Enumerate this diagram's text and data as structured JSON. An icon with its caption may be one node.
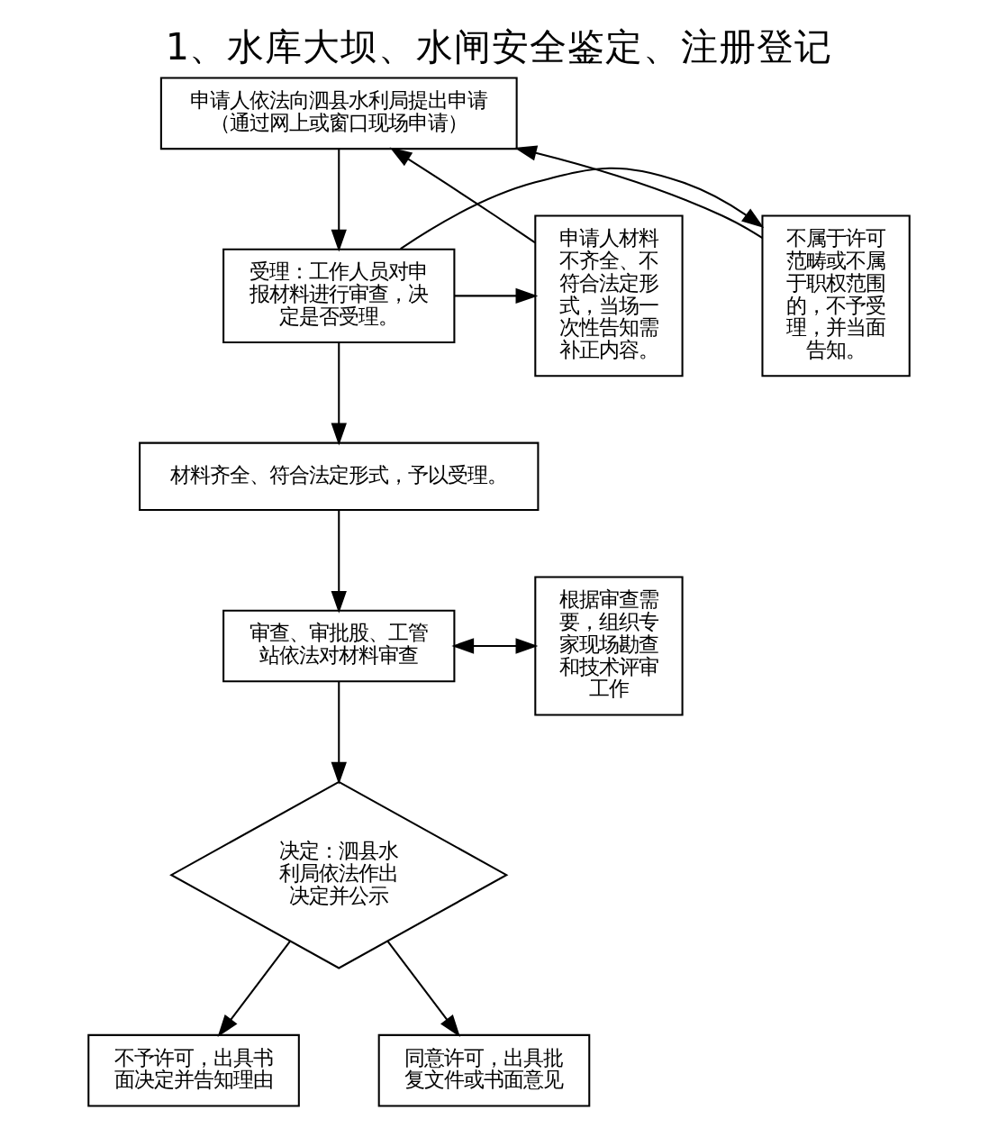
{
  "diagram": {
    "title": "1、水库大坝、水闸安全鉴定、注册登记",
    "nodes": [
      {
        "text": [
          "申请人依法向泗县水利局提出申请",
          "（通过网上或窗口现场申请）"
        ]
      },
      {
        "text": [
          "不属于许可范畴或不属于职权范围的，不予受理，并当面告知。"
        ]
      },
      {
        "text": [
          "受理：工作人员对申报材料进行审查，决定是否受理。"
        ]
      },
      {
        "text": [
          "申请人材料不齐全、不符合法定形式，当场一次性告知需补正内容。"
        ]
      },
      {
        "text": [
          "材料齐全、符合法定形式，予以受理。"
        ]
      },
      {
        "text": [
          "审查、审批股、工管站依法对材料审查"
        ]
      },
      {
        "text": [
          "根据审查需要，组织专家现场勘查和技术评审工作"
        ]
      },
      {
        "text": [
          "决定：泗县水利局依法作出决定并公示"
        ]
      },
      {
        "text": [
          "不予许可，出具书面决定并告知理由"
        ]
      },
      {
        "text": [
          "同意许可，出具批复文件或书面意见"
        ]
      }
    ],
    "edges": [
      {
        "from": 0,
        "to": 2,
        "arrow": "to"
      },
      {
        "from": 2,
        "to": 1,
        "arrow": "to"
      },
      {
        "from": 2,
        "to": 3,
        "arrow": "to"
      },
      {
        "from": 1,
        "to": 0,
        "arrow": "to"
      },
      {
        "from": 3,
        "to": 0,
        "arrow": "to"
      },
      {
        "from": 2,
        "to": 4,
        "arrow": "to"
      },
      {
        "from": 4,
        "to": 5,
        "arrow": "to"
      },
      {
        "from": 5,
        "to": 6,
        "arrow": "both"
      },
      {
        "from": 5,
        "to": 7,
        "arrow": "to"
      },
      {
        "from": 7,
        "to": 8,
        "arrow": "to"
      },
      {
        "from": 7,
        "to": 9,
        "arrow": "to"
      }
    ]
  }
}
